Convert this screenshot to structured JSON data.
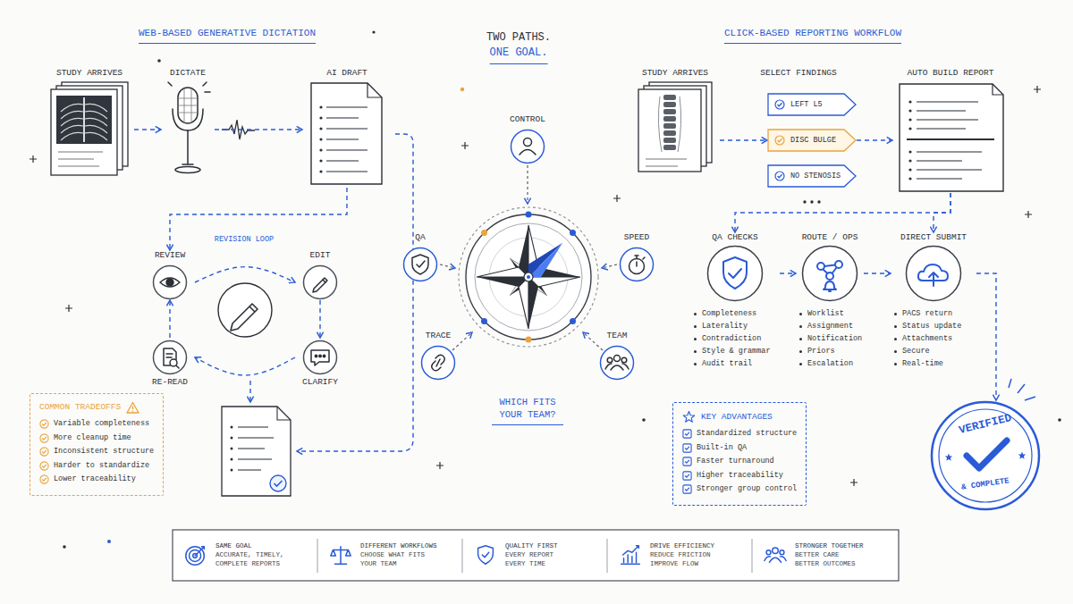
{
  "diagram": {
    "nodes": [
      {
        "text": [
          "STUDY ARRIVES"
        ]
      },
      {
        "text": [
          "DICTATE"
        ]
      },
      {
        "text": [
          "AI DRAFT"
        ]
      },
      {
        "text": [
          "REVIEW"
        ]
      },
      {
        "text": [
          "EDIT"
        ]
      },
      {
        "text": [
          "RE-READ"
        ]
      },
      {
        "text": [
          "CLARIFY"
        ]
      },
      {
        "text": [
          "COMMON TRADEOFFS",
          "Variable completeness",
          "More cleanup time",
          "Inconsistent structure",
          "Harder to standardize",
          "Lower traceability"
        ]
      },
      {
        "text": [
          "CONTROL"
        ]
      },
      {
        "text": [
          "QA"
        ]
      },
      {
        "text": [
          "SPEED"
        ]
      },
      {
        "text": [
          "TRACE"
        ]
      },
      {
        "text": [
          "TEAM"
        ]
      },
      {
        "text": [
          "STUDY ARRIVES"
        ]
      },
      {
        "text": [
          "LEFT L5"
        ]
      },
      {
        "text": [
          "DISC BULGE"
        ]
      },
      {
        "text": [
          "NO STENOSIS"
        ]
      },
      {
        "text": [
          "AUTO BUILD REPORT"
        ]
      },
      {
        "text": [
          "QA CHECKS",
          "Completeness",
          "Laterality",
          "Contradiction",
          "Style & grammar",
          "Audit trail"
        ]
      },
      {
        "text": [
          "ROUTE / OPS",
          "Worklist",
          "Assignment",
          "Notification",
          "Priors",
          "Escalation"
        ]
      },
      {
        "text": [
          "DIRECT SUBMIT",
          "PACS return",
          "Status update",
          "Attachments",
          "Secure",
          "Real-time"
        ]
      },
      {
        "text": [
          "KEY ADVANTAGES",
          "Standardized structure",
          "Built-in QA",
          "Faster turnaround",
          "Higher traceability",
          "Stronger group control"
        ]
      },
      {
        "text": [
          "VERIFIED",
          "& COMPLETE"
        ]
      },
      {
        "text": [
          "SAME GOAL",
          "ACCURATE, TIMELY, COMPLETE REPORTS"
        ]
      },
      {
        "text": [
          "DIFFERENT WORKFLOWS",
          "CHOOSE WHAT FITS YOUR TEAM"
        ]
      },
      {
        "text": [
          "QUALITY FIRST",
          "EVERY REPORT EVERY TIME"
        ]
      },
      {
        "text": [
          "DRIVE EFFICIENCY",
          "REDUCE FRICTION IMPROVE FLOW"
        ]
      },
      {
        "text": [
          "STRONGER TOGETHER",
          "BETTER CARE BETTER OUTCOMES"
        ]
      }
    ],
    "edges": [
      {
        "from": 0,
        "to": 1,
        "arrow": "to"
      },
      {
        "from": 1,
        "to": 2,
        "arrow": "to"
      },
      {
        "from": 2,
        "to": 3,
        "arrow": "to"
      },
      {
        "from": 3,
        "to": 4,
        "arrow": "to"
      },
      {
        "from": 4,
        "to": 6,
        "arrow": "to"
      },
      {
        "from": 6,
        "to": 5,
        "arrow": "to"
      },
      {
        "from": 5,
        "to": 3,
        "arrow": "to"
      },
      {
        "from": 13,
        "to": 15,
        "arrow": "to"
      },
      {
        "from": 15,
        "to": 17,
        "arrow": "to"
      },
      {
        "from": 17,
        "to": 18,
        "arrow": "to"
      },
      {
        "from": 17,
        "to": 20,
        "arrow": "to"
      },
      {
        "from": 18,
        "to": 19,
        "arrow": "to"
      },
      {
        "from": 19,
        "to": 20,
        "arrow": "to"
      },
      {
        "from": 20,
        "to": 22,
        "arrow": "to"
      }
    ],
    "labels": [
      "WEB-BASED GENERATIVE DICTATION",
      "TWO PATHS.",
      "ONE GOAL.",
      "CLICK-BASED REPORTING WORKFLOW",
      "REVISION LOOP",
      "WHICH FITS YOUR TEAM?",
      "SELECT FINDINGS"
    ]
  }
}
